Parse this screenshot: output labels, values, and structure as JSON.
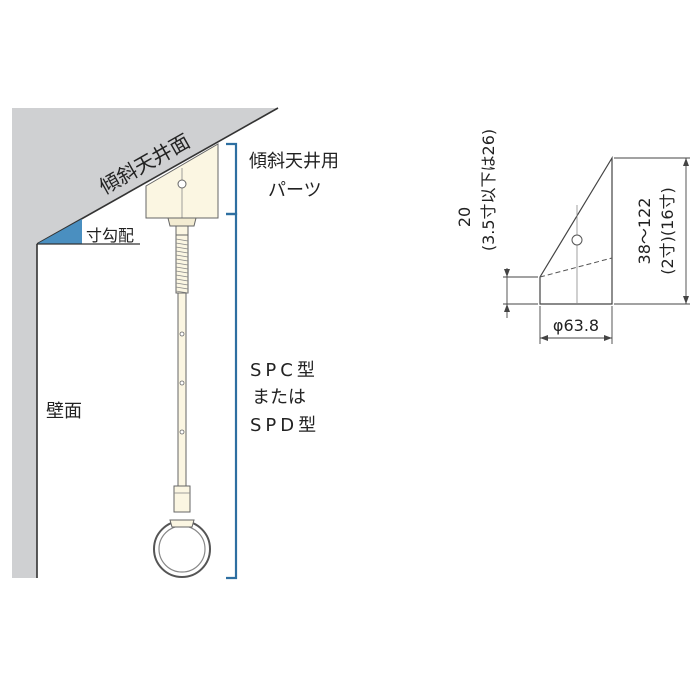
{
  "left_diagram": {
    "ceiling_label": "傾斜天井面",
    "slope_label": "寸勾配",
    "wall_label": "壁面",
    "parts_label": [
      "傾斜天井用",
      "パーツ"
    ],
    "model_label": [
      "SPC型",
      "または",
      "SPD型"
    ],
    "colors": {
      "wall_fill": "#cfd0d2",
      "part_fill": "#fbf6e2",
      "bracket_blue": "#2e6fa1",
      "slope_angle_fill": "#4a8fc0"
    }
  },
  "right_diagram": {
    "height_dim_short": [
      "20",
      "(3.5寸以下は26)"
    ],
    "height_dim_tall": [
      "38〜122",
      "(2寸)(16寸)"
    ],
    "diameter_dim": "φ63.8"
  }
}
